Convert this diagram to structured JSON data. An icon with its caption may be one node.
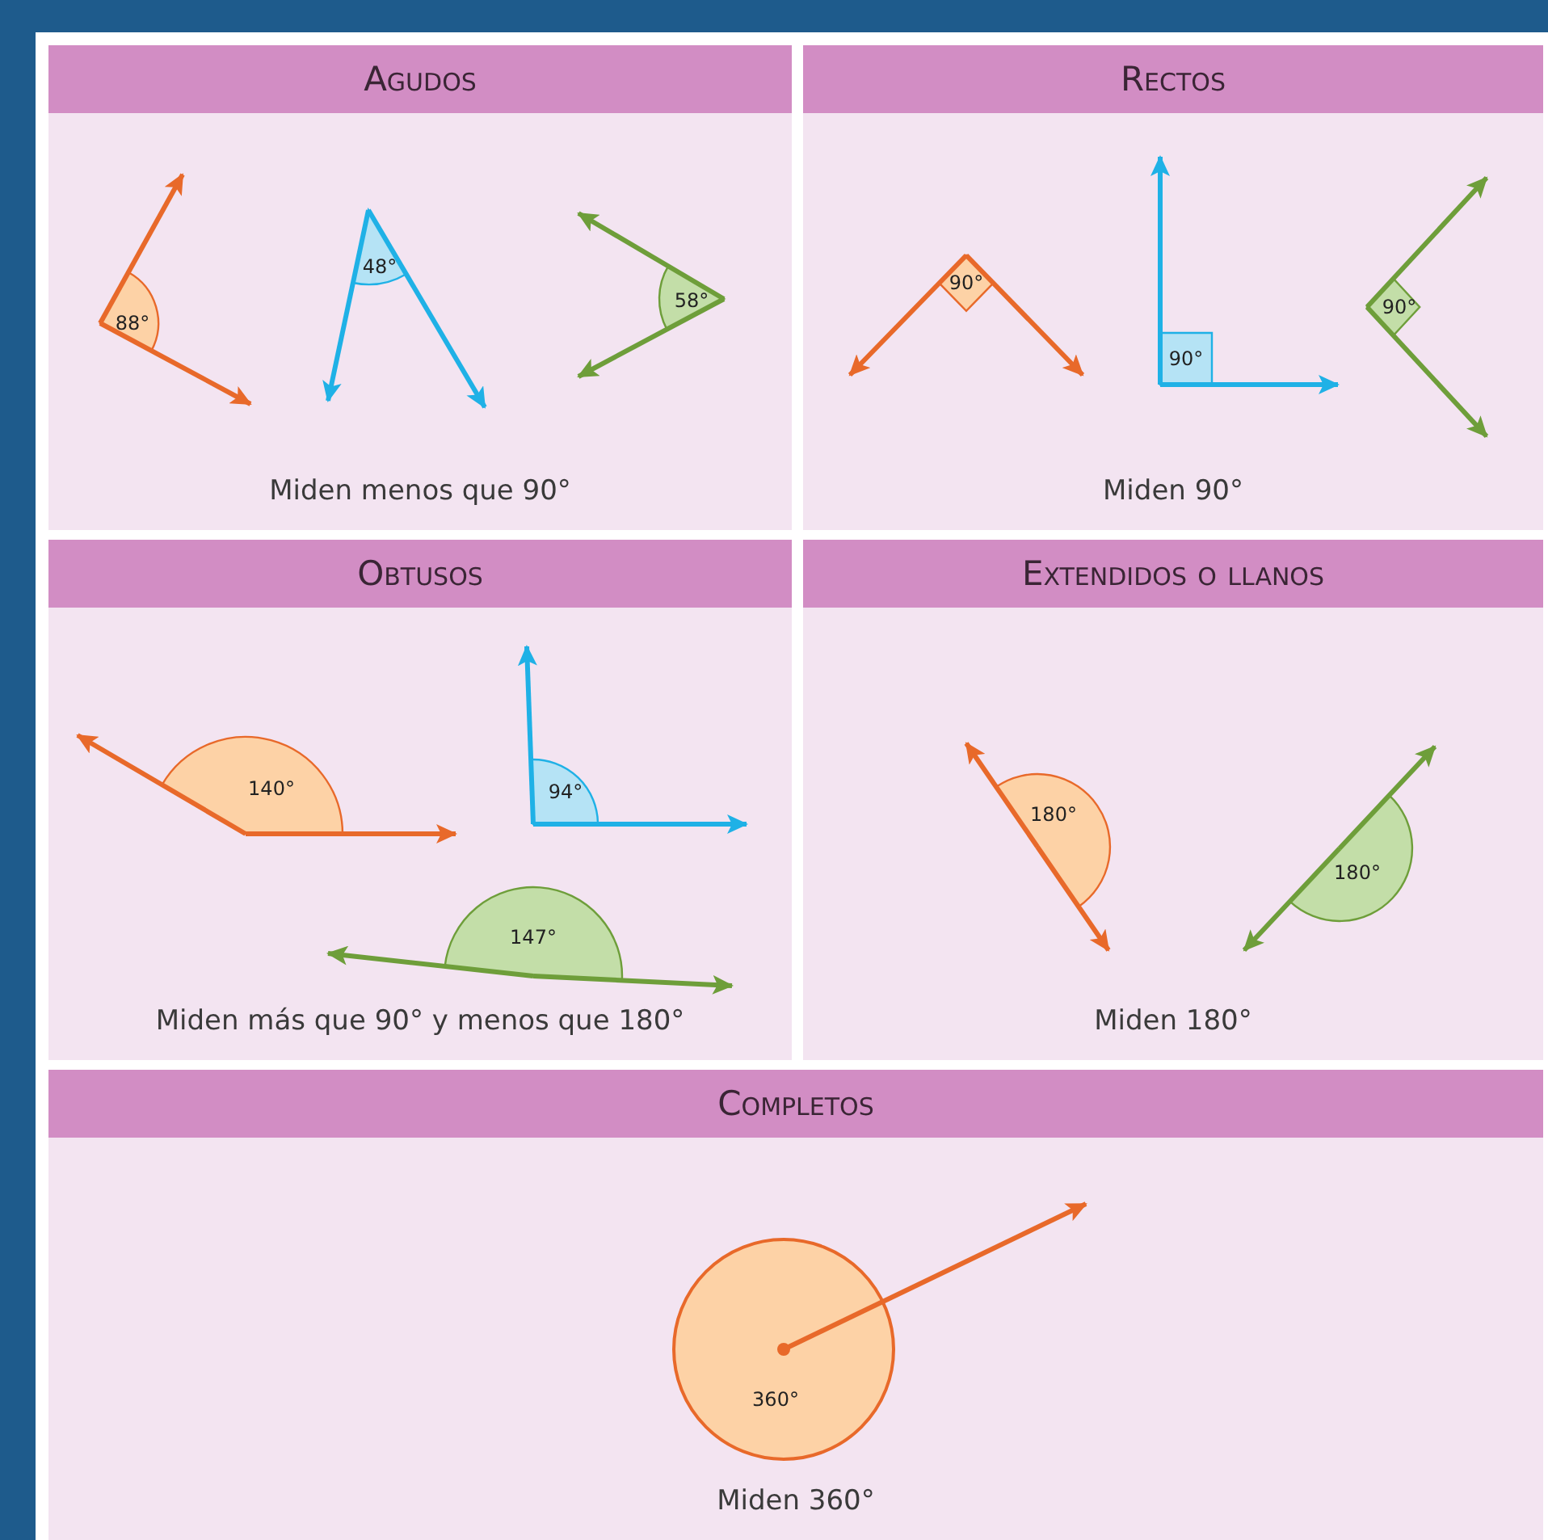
{
  "diagram": {
    "nodes": [
      {
        "text": [
          "Agudos",
          "Miden menos que 90°"
        ]
      },
      {
        "text": [
          "Rectos",
          "Miden 90°"
        ]
      },
      {
        "text": [
          "Obtusos",
          "Miden más que 90° y menos que 180°"
        ]
      },
      {
        "text": [
          "Extendidos o llanos",
          "Miden 180°"
        ]
      },
      {
        "text": [
          "Completos",
          "Miden 360°"
        ]
      }
    ],
    "labels": [
      "88°",
      "48°",
      "58°",
      "90°",
      "90°",
      "90°",
      "140°",
      "94°",
      "147°",
      "180°",
      "180°",
      "360°"
    ]
  }
}
